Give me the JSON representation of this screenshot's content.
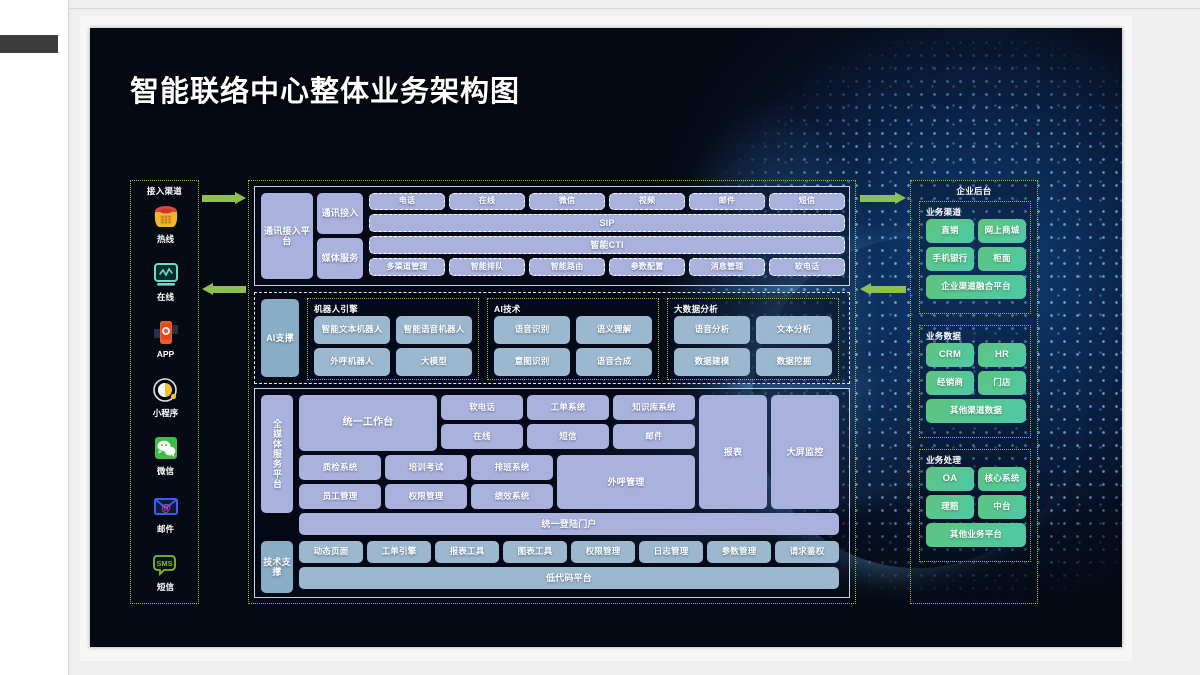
{
  "slide": {
    "title": "智能联络中心整体业务架构图"
  },
  "channels": {
    "title": "接入渠道",
    "items": [
      {
        "label": "热线",
        "icon": "telephone-icon"
      },
      {
        "label": "在线",
        "icon": "monitor-chat-icon"
      },
      {
        "label": "APP",
        "icon": "mobile-app-icon"
      },
      {
        "label": "小程序",
        "icon": "mini-program-icon"
      },
      {
        "label": "微信",
        "icon": "wechat-icon"
      },
      {
        "label": "邮件",
        "icon": "email-icon"
      },
      {
        "label": "短信",
        "icon": "sms-icon"
      }
    ]
  },
  "telecom": {
    "platform_label": "通讯接入平台",
    "access_label": "通讯接入",
    "media_label": "媒体服务",
    "channels_row": [
      "电话",
      "在线",
      "微信",
      "视频",
      "邮件",
      "短信"
    ],
    "sip_label": "SIP",
    "cti_label": "智能CTI",
    "services_row": [
      "多渠道管理",
      "智能排队",
      "智能路由",
      "参数配置",
      "消息管理",
      "软电话"
    ]
  },
  "ai": {
    "side_label": "AI支撑",
    "groups": [
      {
        "title": "机器人引擎",
        "items": [
          "智能文本机器人",
          "智能语音机器人",
          "外呼机器人",
          "大模型"
        ]
      },
      {
        "title": "AI技术",
        "items": [
          "语音识别",
          "语义理解",
          "意图识别",
          "语音合成"
        ]
      },
      {
        "title": "大数据分析",
        "items": [
          "语音分析",
          "文本分析",
          "数据建模",
          "数据挖掘"
        ]
      }
    ]
  },
  "omni": {
    "side_label": "全媒体服务平台",
    "workbench": "统一工作台",
    "channel_tiles_row1": [
      "软电话",
      "工单系统",
      "知识库系统"
    ],
    "channel_tiles_row2": [
      "在线",
      "短信",
      "邮件"
    ],
    "mgmt_row1": [
      "质检系统",
      "培训考试",
      "排班系统"
    ],
    "mgmt_row2": [
      "员工管理",
      "权限管理",
      "绩效系统"
    ],
    "outbound": "外呼管理",
    "report": "报表",
    "bigscreen": "大屏监控",
    "portal": "统一登陆门户"
  },
  "tech": {
    "side_label": "技术支撑",
    "tools": [
      "动态页面",
      "工单引擎",
      "报表工具",
      "图表工具",
      "权限管理",
      "日志管理",
      "参数管理",
      "请求鉴权"
    ],
    "lowcode": "低代码平台"
  },
  "enterprise": {
    "title": "企业后台",
    "groups": [
      {
        "title": "业务渠道",
        "pairs": [
          [
            "直销",
            "网上商城"
          ],
          [
            "手机银行",
            "柜面"
          ]
        ],
        "wide": "企业渠道融合平台"
      },
      {
        "title": "业务数据",
        "pairs": [
          [
            "CRM",
            "HR"
          ],
          [
            "经销商",
            "门店"
          ]
        ],
        "wide": "其他渠道数据"
      },
      {
        "title": "业务处理",
        "pairs": [
          [
            "OA",
            "核心系统"
          ],
          [
            "理赔",
            "中台"
          ]
        ],
        "wide": "其他业务平台"
      }
    ]
  },
  "colors": {
    "slide_bg": "#050913",
    "group_border": "#9bbd3a",
    "box_periwinkle": "#a8b2dd",
    "box_steel": "#8aadc6",
    "box_green": "#5ec47f",
    "arrow": "#8cc152",
    "text": "#ffffff"
  }
}
